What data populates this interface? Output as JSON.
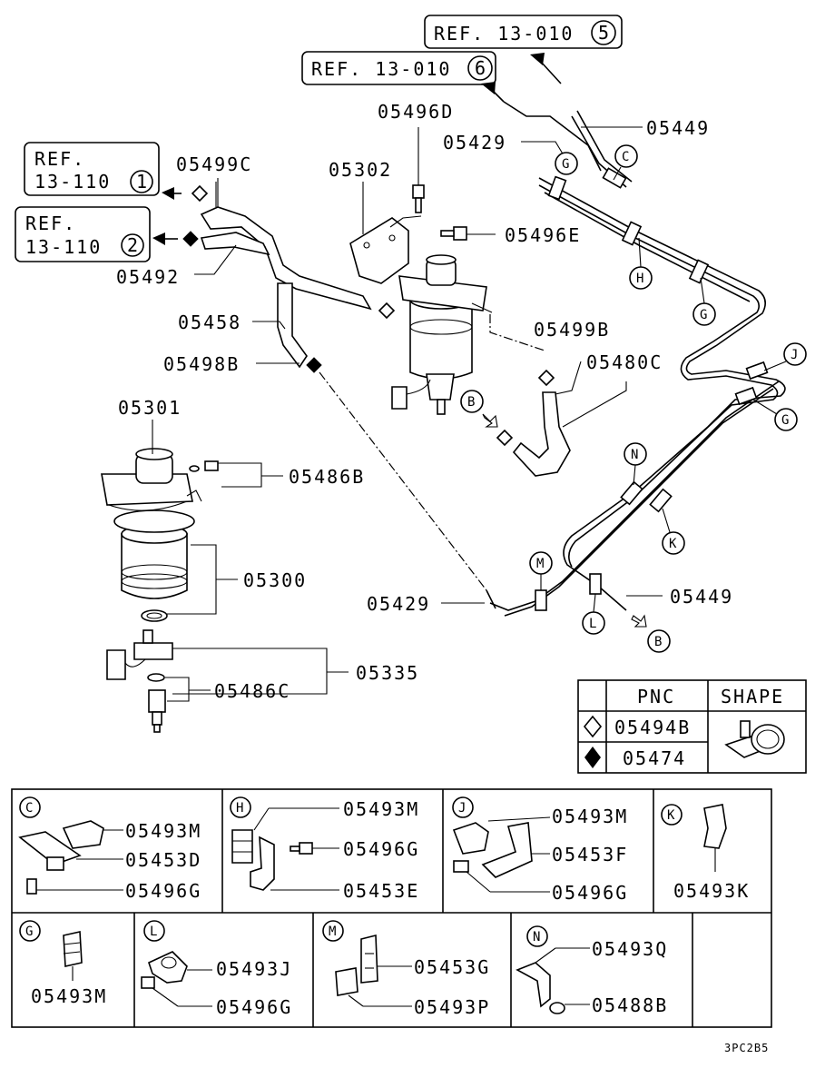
{
  "refs": {
    "ref_13_010_5": {
      "text": "REF. 13-010",
      "num": "5"
    },
    "ref_13_010_6": {
      "text": "REF. 13-010",
      "num": "6"
    },
    "ref_13_110_1": {
      "line1": "REF.",
      "line2": "13-110",
      "num": "1"
    },
    "ref_13_110_2": {
      "line1": "REF.",
      "line2": "13-110",
      "num": "2"
    }
  },
  "callouts": {
    "p05449_top": "05449",
    "p05429_top": "05429",
    "p05496D": "05496D",
    "p05499C": "05499C",
    "p05302": "05302",
    "p05496E": "05496E",
    "p05492": "05492",
    "p05458": "05458",
    "p05499B": "05499B",
    "p05498B": "05498B",
    "p05480C": "05480C",
    "p05301": "05301",
    "p05486B": "05486B",
    "p05300": "05300",
    "p05429_bottom": "05429",
    "p05449_bottom": "05449",
    "p05335": "05335",
    "p05486C": "05486C"
  },
  "clip_letters": {
    "C": "C",
    "G": "G",
    "H": "H",
    "J": "J",
    "K": "K",
    "L": "L",
    "M": "M",
    "N": "N",
    "B": "B"
  },
  "legend": {
    "header_pnc": "PNC",
    "header_shape": "SHAPE",
    "rows": [
      {
        "symbol": "outline-diamond",
        "pnc": "05494B"
      },
      {
        "symbol": "filled-diamond",
        "pnc": "05474"
      }
    ]
  },
  "details": {
    "C": {
      "letter": "C",
      "parts": [
        "05493M",
        "05453D",
        "05496G"
      ]
    },
    "H": {
      "letter": "H",
      "parts": [
        "05493M",
        "05496G",
        "05453E"
      ]
    },
    "J": {
      "letter": "J",
      "parts": [
        "05493M",
        "05453F",
        "05496G"
      ]
    },
    "K": {
      "letter": "K",
      "parts": [
        "05493K"
      ]
    },
    "G": {
      "letter": "G",
      "parts": [
        "05493M"
      ]
    },
    "L": {
      "letter": "L",
      "parts": [
        "05493J",
        "05496G"
      ]
    },
    "M": {
      "letter": "M",
      "parts": [
        "05453G",
        "05493P"
      ]
    },
    "N": {
      "letter": "N",
      "parts": [
        "05493Q",
        "05488B"
      ]
    }
  },
  "diagram_code": "3PC2B5"
}
